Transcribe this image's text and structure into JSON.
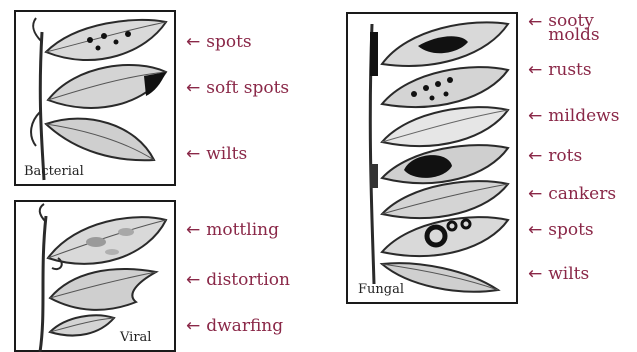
{
  "colors": {
    "label": "#8a2848",
    "border": "#1a1a1a",
    "leaf_fill": "#d9d9d9",
    "leaf_stroke": "#2a2a2a",
    "lesion": "#111111"
  },
  "arrow_glyph": "←",
  "panels": {
    "bacterial": {
      "title": "Bacterial",
      "callouts": [
        "spots",
        "soft spots",
        "wilts"
      ]
    },
    "viral": {
      "title": "Viral",
      "callouts": [
        "mottling",
        "distortion",
        "dwarfing"
      ]
    },
    "fungal": {
      "title": "Fungal",
      "callouts": [
        "sooty molds",
        "rusts",
        "mildews",
        "rots",
        "cankers",
        "spots",
        "wilts"
      ]
    }
  }
}
